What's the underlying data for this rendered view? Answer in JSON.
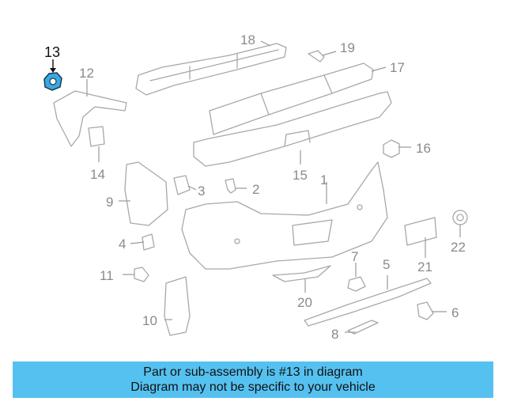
{
  "callouts": {
    "c1": "1",
    "c2": "2",
    "c3": "3",
    "c4": "4",
    "c5": "5",
    "c6": "6",
    "c7": "7",
    "c8": "8",
    "c9": "9",
    "c10": "10",
    "c11": "11",
    "c12": "12",
    "c13": "13",
    "c14": "14",
    "c15": "15",
    "c16": "16",
    "c17": "17",
    "c18": "18",
    "c19": "19",
    "c20": "20",
    "c21": "21",
    "c22": "22"
  },
  "highlighted_part": "13",
  "colors": {
    "banner_background": "#55c1f0",
    "highlight_part": "#3aa9e0",
    "line_art": "#a8a8a8"
  },
  "banner": {
    "line1": "Part or sub-assembly is #13 in diagram",
    "line2": "Diagram may not be specific to your vehicle"
  }
}
